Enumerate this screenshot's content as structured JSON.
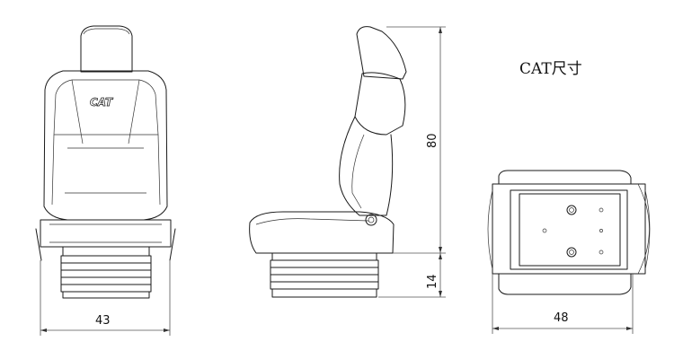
{
  "title": "CAT尺寸",
  "logo_text": "CAT",
  "dimensions": {
    "front_width": "43",
    "side_height_upper": "80",
    "side_height_lower": "14",
    "top_width": "48"
  }
}
